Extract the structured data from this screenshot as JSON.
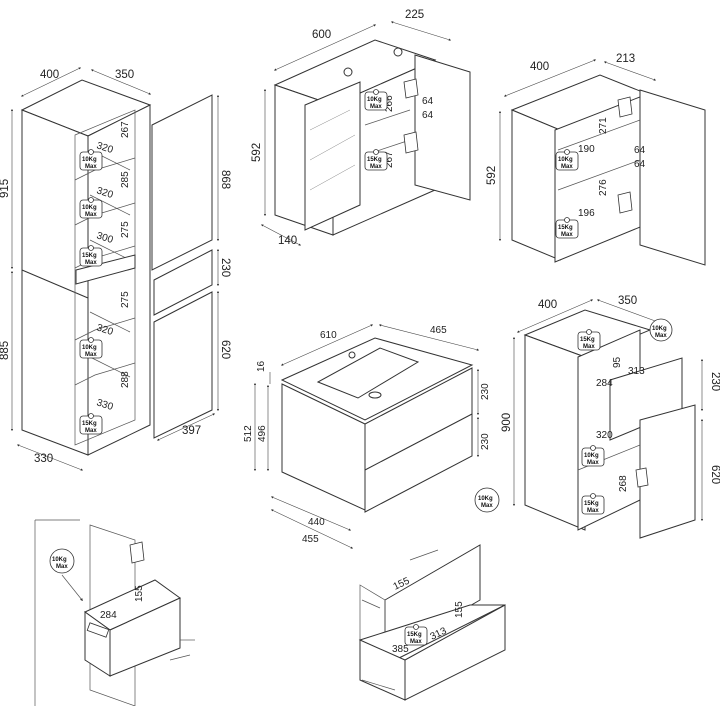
{
  "tall_cabinet": {
    "width": "400",
    "depth": "350",
    "height_top": "915",
    "height_bottom": "885",
    "base_depth": "330",
    "shelf_heights": [
      "267",
      "285",
      "275",
      "275",
      "288"
    ],
    "shelf_depths": [
      "320",
      "320",
      "300",
      "320",
      "330"
    ],
    "loads": [
      "10Kg",
      "10Kg",
      "15Kg",
      "10Kg",
      "15Kg"
    ],
    "max": "Max"
  },
  "tall_front": {
    "h_top": "868",
    "h_mid": "230",
    "h_bot": "620",
    "width": "397"
  },
  "mirror_cabinet": {
    "width": "600",
    "depth": "225",
    "height": "592",
    "door_depth": "140",
    "shelf_height_a": "266",
    "shelf_height_b": "267",
    "gap_a": "64",
    "gap_b": "64",
    "loads": [
      "10Kg",
      "15Kg"
    ]
  },
  "wall_cabinet": {
    "width": "400",
    "depth": "213",
    "height": "592",
    "shelf_heights": [
      "271",
      "276"
    ],
    "shelf_depths": [
      "190",
      "196"
    ],
    "gaps": [
      "64",
      "64"
    ],
    "loads": [
      "10Kg",
      "15Kg"
    ]
  },
  "vanity": {
    "width": "610",
    "depth": "465",
    "top_thickness": "16",
    "height_total": "512",
    "height_body": "496",
    "drawer_heights": [
      "230",
      "230"
    ],
    "base_widths": [
      "440",
      "455"
    ],
    "load": "10Kg"
  },
  "side_cabinet": {
    "width": "400",
    "depth": "350",
    "height": "900",
    "drawer_height": "230",
    "door_height": "620",
    "drawer_inner": [
      "284",
      "313",
      "95"
    ],
    "shelf_depth": "320",
    "shelf_height": "268",
    "loads": [
      "15Kg",
      "10Kg",
      "10Kg",
      "15Kg"
    ]
  },
  "detail_drawer": {
    "load": "10Kg",
    "dims": [
      "284",
      "155"
    ]
  },
  "detail_vanity_drawers": {
    "dims_top": [
      "155"
    ],
    "dims_bottom": [
      "155",
      "313",
      "385"
    ],
    "load": "15Kg"
  }
}
